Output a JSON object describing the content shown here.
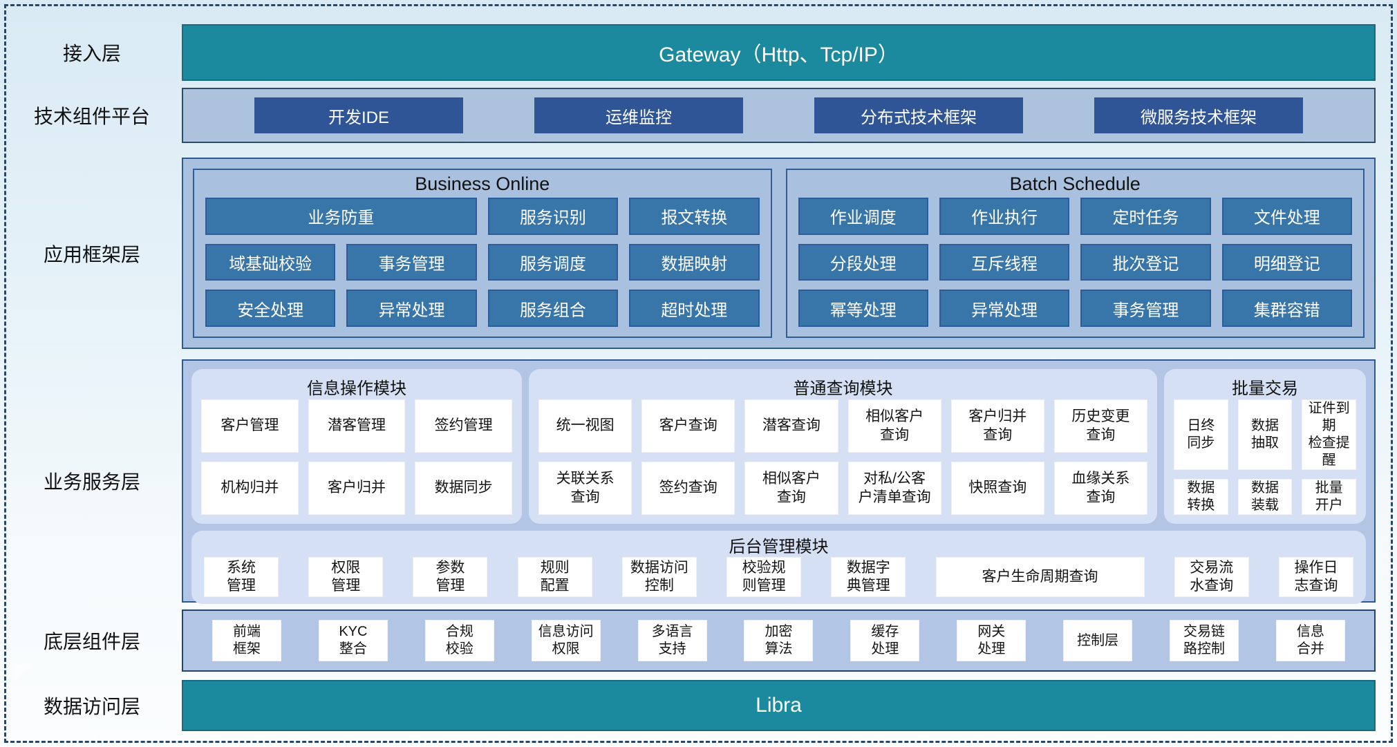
{
  "labels": {
    "access": "接入层",
    "tech": "技术组件平台",
    "app": "应用框架层",
    "biz": "业务服务层",
    "base": "底层组件层",
    "data": "数据访问层"
  },
  "access": {
    "title": "Gateway（Http、Tcp/IP）"
  },
  "tech": {
    "items": [
      "开发IDE",
      "运维监控",
      "分布式技术框架",
      "微服务技术框架"
    ]
  },
  "app": {
    "online": {
      "title": "Business Online",
      "wide": "业务防重",
      "items": [
        "服务识别",
        "报文转换",
        "域基础校验",
        "事务管理",
        "服务调度",
        "数据映射",
        "安全处理",
        "异常处理",
        "服务组合",
        "超时处理"
      ]
    },
    "batch": {
      "title": "Batch Schedule",
      "items": [
        "作业调度",
        "作业执行",
        "定时任务",
        "文件处理",
        "分段处理",
        "互斥线程",
        "批次登记",
        "明细登记",
        "幂等处理",
        "异常处理",
        "事务管理",
        "集群容错"
      ]
    }
  },
  "biz": {
    "info": {
      "title": "信息操作模块",
      "items": [
        "客户管理",
        "潜客管理",
        "签约管理",
        "机构归并",
        "客户归并",
        "数据同步"
      ]
    },
    "query": {
      "title": "普通查询模块",
      "items": [
        "统一视图",
        "客户查询",
        "潜客查询",
        "相似客户\n查询",
        "客户归并\n查询",
        "历史变更\n查询",
        "关联关系\n查询",
        "签约查询",
        "相似客户\n查询",
        "对私/公客\n户清单查询",
        "快照查询",
        "血缘关系\n查询"
      ]
    },
    "batch_trade": {
      "title": "批量交易",
      "items": [
        "日终\n同步",
        "数据\n抽取",
        "证件到期\n检查提醒",
        "数据\n转换",
        "数据\n装载",
        "批量\n开户"
      ]
    },
    "admin": {
      "title": "后台管理模块",
      "items": [
        "系统\n管理",
        "权限\n管理",
        "参数\n管理",
        "规则\n配置",
        "数据访问\n控制",
        "校验规\n则管理",
        "数据字\n典管理",
        "客户生命周期查询",
        "交易流\n水查询",
        "操作日\n志查询"
      ]
    }
  },
  "base": {
    "items": [
      "前端\n框架",
      "KYC\n整合",
      "合规\n校验",
      "信息访问\n权限",
      "多语言\n支持",
      "加密\n算法",
      "缓存\n处理",
      "网关\n处理",
      "控制层",
      "交易链\n路控制",
      "信息\n合并"
    ]
  },
  "data_access": {
    "title": "Libra"
  },
  "colors": {
    "teal": "#1b8a9e",
    "dark_blue": "#2f5597",
    "steel_blue": "#3875a8",
    "panel_light_blue": "#a9c0de",
    "panel_periwinkle": "#b2c5e4",
    "module_fill": "#d6e0f4",
    "white_box": "#ffffff",
    "dashed_border": "#2b4766"
  }
}
